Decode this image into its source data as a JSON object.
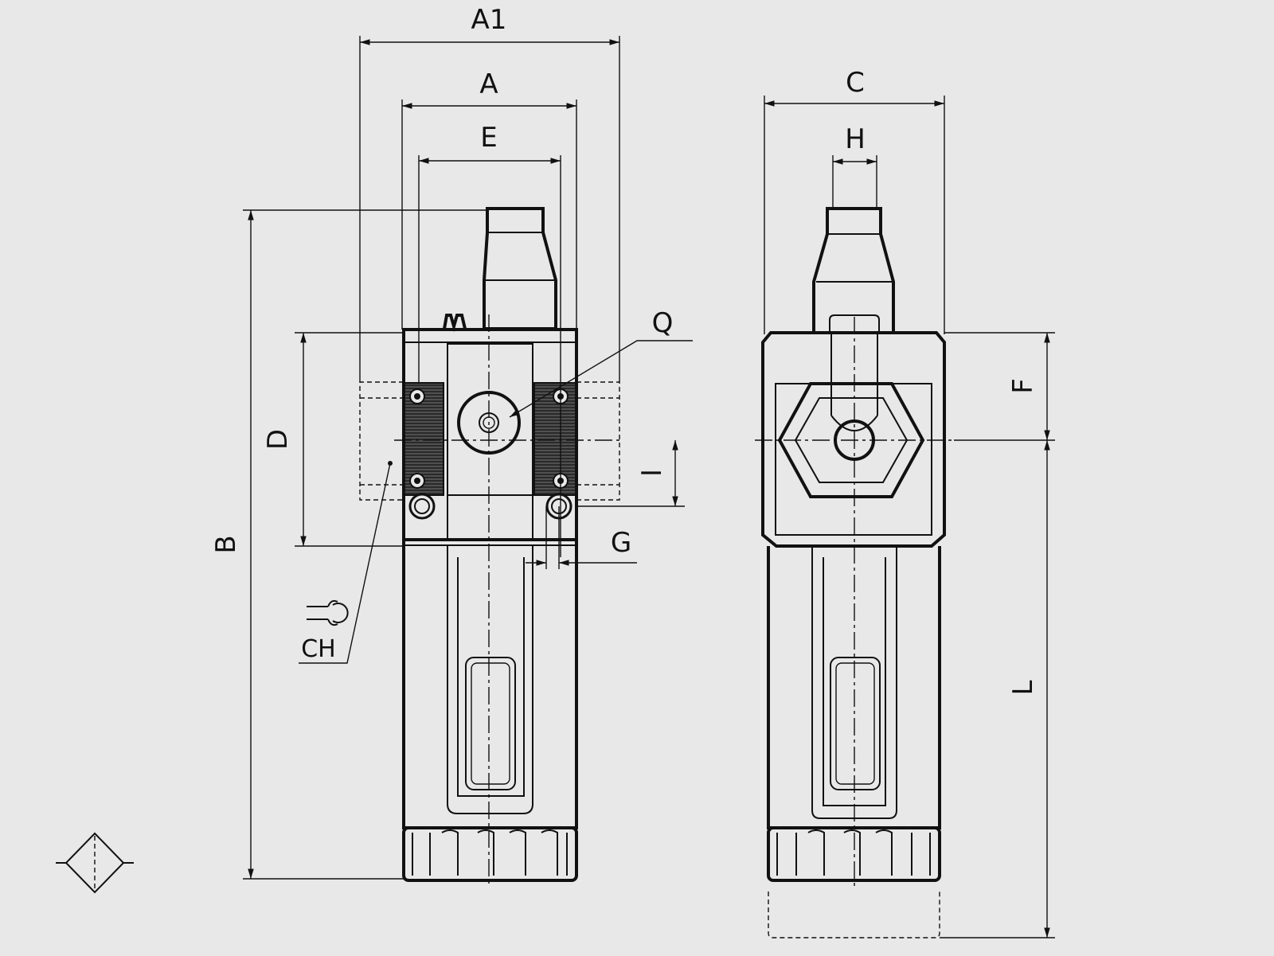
{
  "drawing": {
    "labels": {
      "a1": "A1",
      "a": "A",
      "e": "E",
      "c": "C",
      "h": "H",
      "q": "Q",
      "d": "D",
      "b": "B",
      "f": "F",
      "i": "I",
      "g": "G",
      "l": "L",
      "ch": "CH"
    },
    "symbol_icon": "filter-symbol-icon",
    "wrench_icon": "wrench-icon",
    "line_color": "#111111",
    "background_color": "#e8e8e8"
  }
}
